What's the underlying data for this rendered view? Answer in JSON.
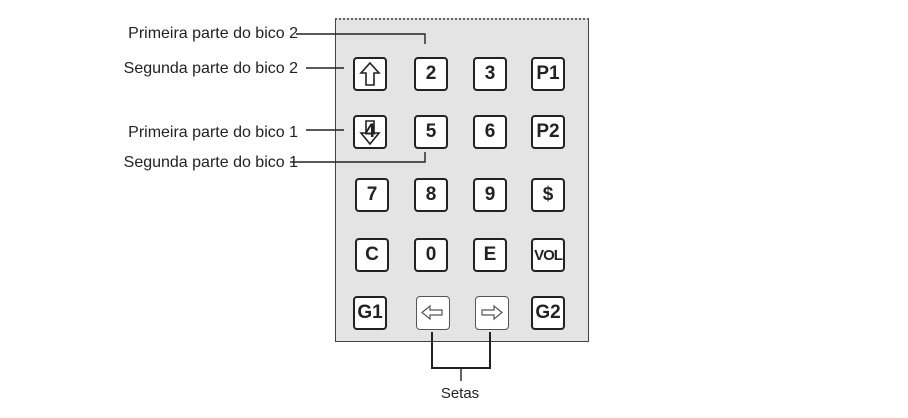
{
  "callouts": {
    "primeira_bico_2": "Primeira parte do bico 2",
    "segunda_bico_2": "Segunda parte do bico 2",
    "primeira_bico_1": "Primeira parte do bico 1",
    "segunda_bico_1": "Segunda parte do bico 1",
    "setas": "Setas"
  },
  "keys": {
    "r1": [
      "",
      "2",
      "3",
      "P1"
    ],
    "r2": [
      "4",
      "5",
      "6",
      "P2"
    ],
    "r3": [
      "7",
      "8",
      "9",
      "$"
    ],
    "r4": [
      "C",
      "0",
      "E",
      "VOL"
    ],
    "r5": [
      "G1",
      "",
      "",
      "G2"
    ]
  },
  "icons": {
    "up": "arrow-up-icon",
    "down": "arrow-down-icon",
    "left": "arrow-left-icon",
    "right": "arrow-right-icon"
  },
  "colors": {
    "panel": "#e4e4e4",
    "key_border": "#222222",
    "line": "#222222"
  }
}
